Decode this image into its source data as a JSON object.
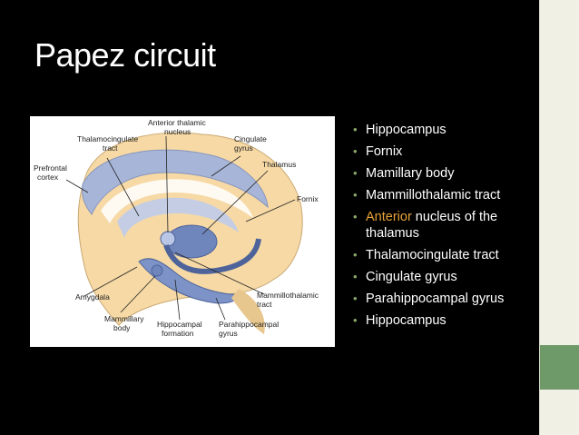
{
  "slide": {
    "title": "Papez circuit",
    "bullets": [
      {
        "text": "Hippocampus"
      },
      {
        "text": "Fornix"
      },
      {
        "text": "Mamillary body"
      },
      {
        "text": "Mammillothalamic tract"
      },
      {
        "accent": "Anterior",
        "text": " nucleus of the thalamus"
      },
      {
        "text": "Thalamocingulate tract"
      },
      {
        "text": "Cingulate gyrus"
      },
      {
        "text": "Parahippocampal gyrus"
      },
      {
        "text": "Hippocampus"
      }
    ]
  },
  "figure": {
    "labels": {
      "anterior_thalamic_1": "Anterior thalamic",
      "anterior_thalamic_2": "nucleus",
      "thalamocingulate_1": "Thalamocingulate",
      "thalamocingulate_2": "tract",
      "cingulate_1": "Cingulate",
      "cingulate_2": "gyrus",
      "thalamus": "Thalamus",
      "prefrontal_1": "Prefrontal",
      "prefrontal_2": "cortex",
      "fornix": "Fornix",
      "amygdala": "Amygdala",
      "mammillothalamic_1": "Mammillothalamic",
      "mammillothalamic_2": "tract",
      "mammillary_1": "Mammillary",
      "mammillary_2": "body",
      "hippocampal_1": "Hippocampal",
      "hippocampal_2": "formation",
      "parahippocampal_1": "Parahippocampal",
      "parahippocampal_2": "gyrus"
    }
  },
  "colors": {
    "background": "#000000",
    "text": "#ffffff",
    "accent": "#e8a23a",
    "bullet": "#8aa86a",
    "sidebar": "#f0f0e4",
    "sidebar_green": "#6e9a6a",
    "cortex": "#f6d9a5",
    "limbic": "#a7b6d8"
  }
}
